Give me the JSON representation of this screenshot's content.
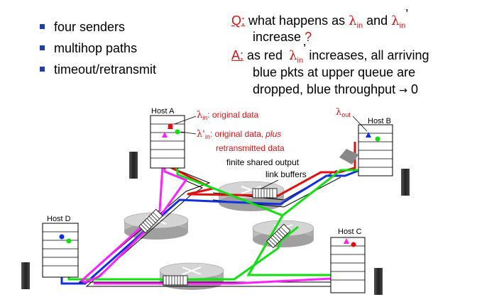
{
  "bullets": [
    "four senders",
    "multihop paths",
    "timeout/retransmit"
  ],
  "question": {
    "label": "Q:",
    "line1_pre": "what happens as",
    "lambda": "λ",
    "sub_in": "in",
    "and": "and",
    "prime": "’",
    "line2": "increase",
    "qmark": "?"
  },
  "answer": {
    "label": "A:",
    "line1_pre": "as red",
    "line1_post": "increases, all arriving",
    "line2": "blue pkts at upper queue are",
    "line3_pre": "dropped, blue throughput",
    "arrow": "→",
    "zero": "0"
  },
  "diagram": {
    "host_a": "Host A",
    "host_b": "Host B",
    "host_c": "Host C",
    "host_d": "Host D",
    "lambda_in_suffix": ": original data",
    "lambda_prime_in": "λ'",
    "sub_in": "in",
    "sub_out": "out",
    "lambda": "λ",
    "orig_data_prefix": ": original data,",
    "plus": "plus",
    "retransmitted": "retransmitted data",
    "buffers_line1": "finite shared output",
    "buffers_line2": "link buffers"
  },
  "colors": {
    "red": "#e01010",
    "blue": "#1030e0",
    "green": "#10e010",
    "magenta": "#ff20ff",
    "router": "#c8c8c8",
    "bullet": "#1f3fa6"
  }
}
